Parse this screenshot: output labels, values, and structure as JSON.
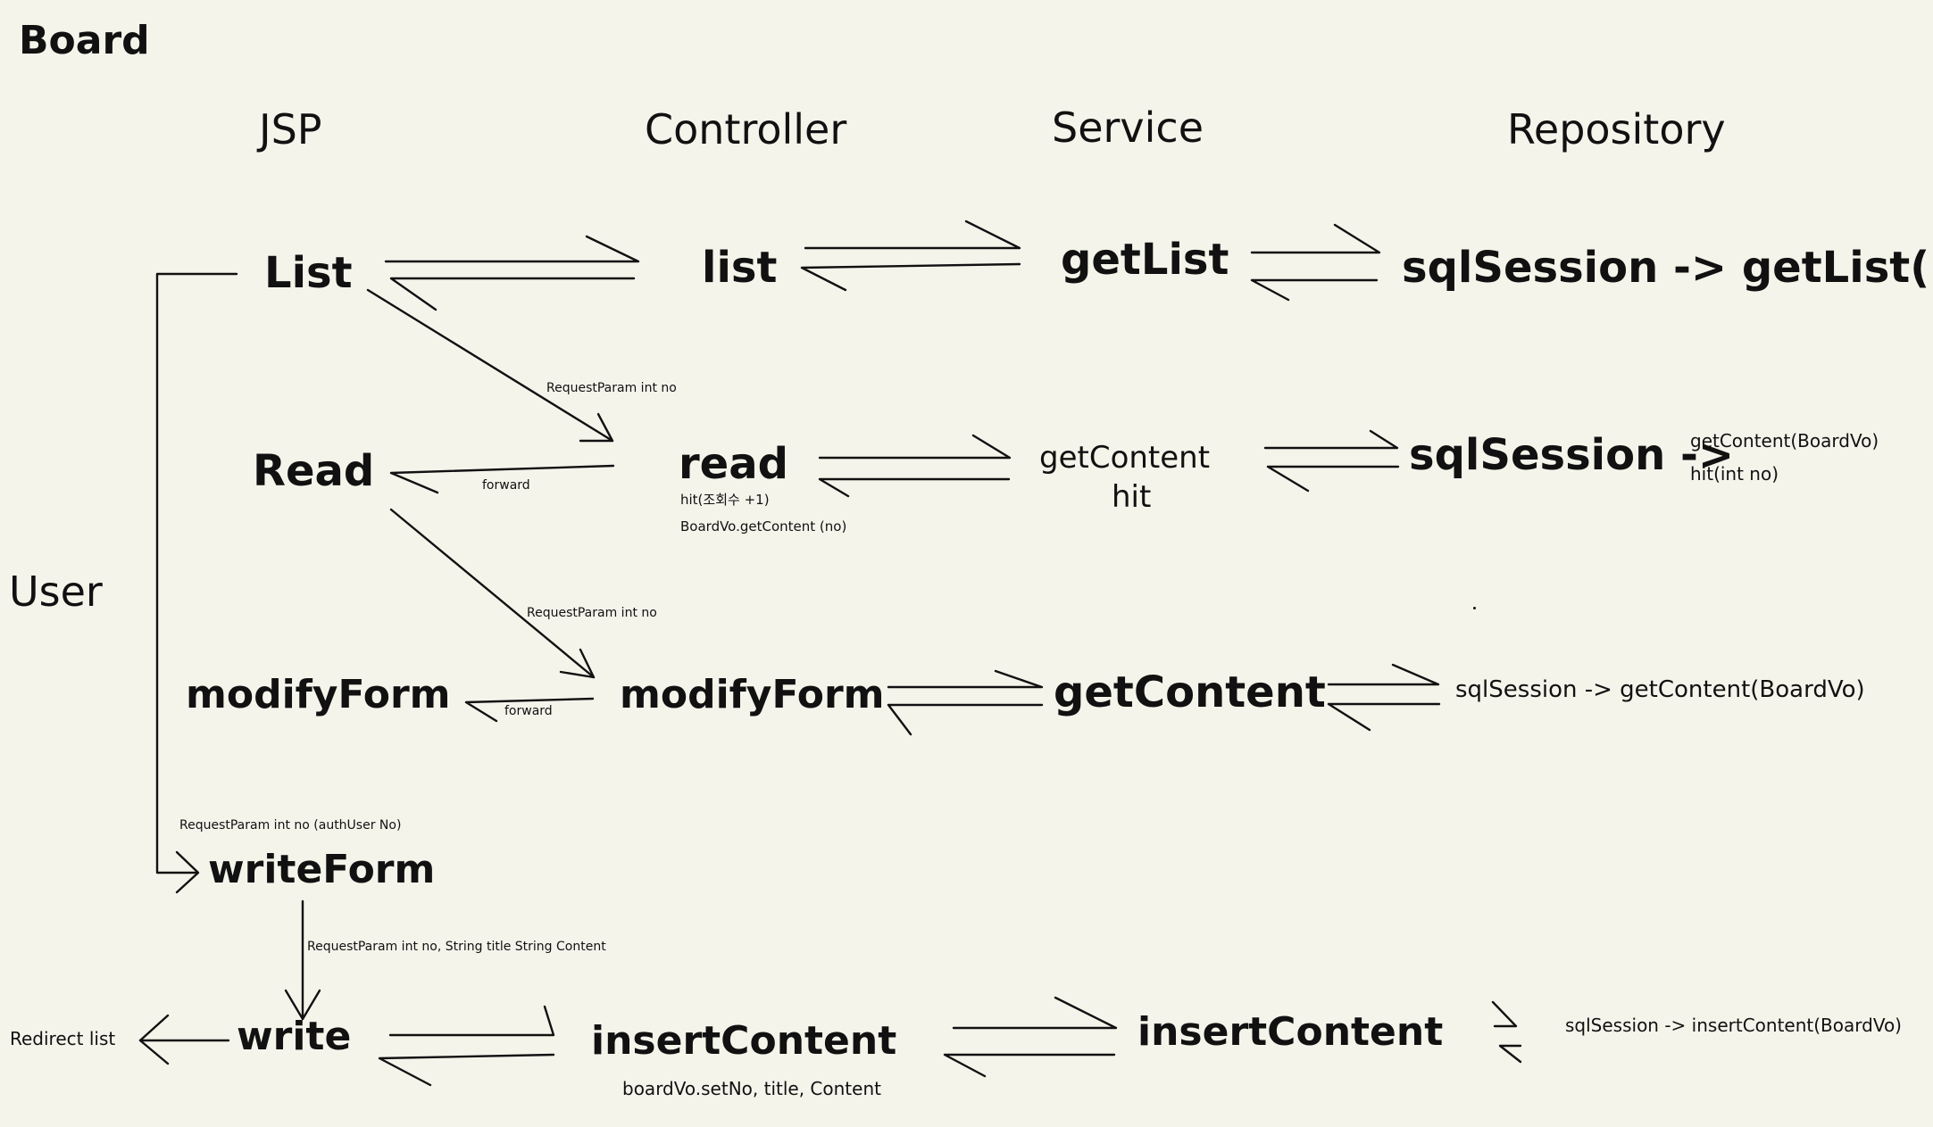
{
  "title": "Board",
  "columns": {
    "jsp": "JSP",
    "controller": "Controller",
    "service": "Service",
    "repository": "Repository"
  },
  "user": "User",
  "jsp": {
    "list": "List",
    "read": "Read",
    "modify_form": "modifyForm",
    "write_form": "writeForm",
    "write": "write",
    "redirect": "Redirect list"
  },
  "controller": {
    "list": "list",
    "read": "read",
    "read_notes": [
      "hit(조회수 +1)",
      "BoardVo.getContent (no)"
    ],
    "modify_form": "modifyForm",
    "insert_content": "insertContent",
    "insert_note": "boardVo.setNo, title, Content"
  },
  "service": {
    "get_list": "getList",
    "get_content": [
      "getContent",
      "hit"
    ],
    "get_content_modify": "getContent",
    "insert_content": "insertContent"
  },
  "repository": {
    "get_list": "sqlSession -> getList()",
    "read_prefix": "sqlSession ->",
    "read_calls": [
      "getContent(BoardVo)",
      "hit(int no)"
    ],
    "get_content": "sqlSession -> getContent(BoardVo)",
    "insert_content": "sqlSession -> insertContent(BoardVo)"
  },
  "edge_labels": {
    "list_to_read": "RequestParam int no",
    "read_forward": "forward",
    "read_to_modify": "RequestParam int no",
    "modify_forward": "forward",
    "user_to_write_form": "RequestParam int no (authUser No)",
    "write_form_to_write": "RequestParam int no, String title String Content"
  }
}
